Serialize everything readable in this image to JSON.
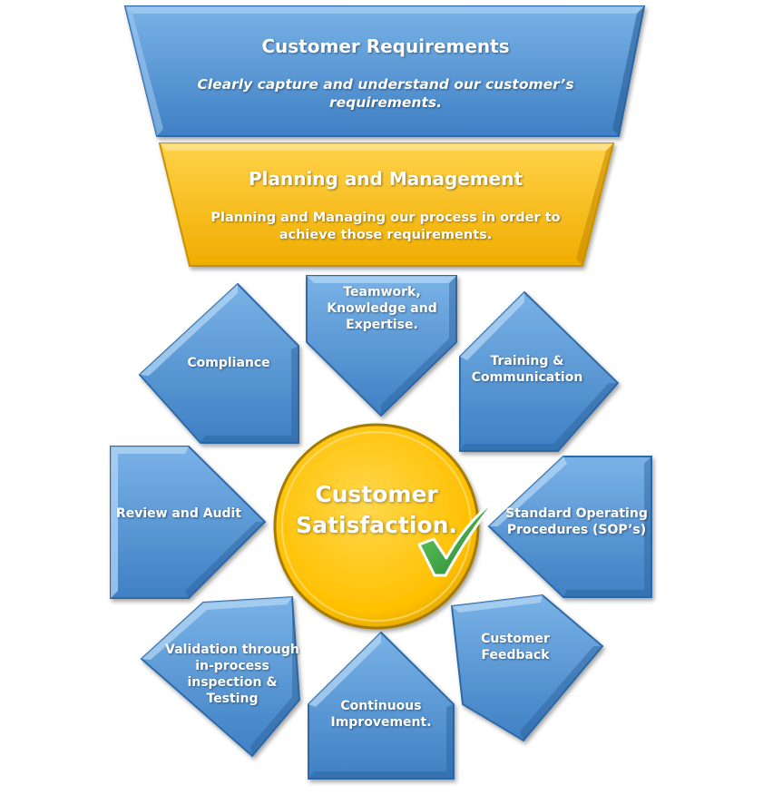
{
  "top_box": {
    "title": "Customer Requirements",
    "subtitle": "Clearly capture and understand our customer’s requirements."
  },
  "second_box": {
    "title": "Planning and Management",
    "subtitle": "Planning and Managing our process in order to achieve those requirements."
  },
  "center": {
    "line1": "Customer",
    "line2": "Satisfaction."
  },
  "pentagons": {
    "teamwork": "Teamwork, Knowledge and Expertise.",
    "compliance": "Compliance",
    "training": "Training & Communication",
    "review": "Review and Audit",
    "sop": "Standard Operating Procedures (SOP’s)",
    "validation": "Validation through in-process inspection & Testing",
    "feedback": "Customer Feedback",
    "continuous": "Continuous Improvement."
  },
  "colors": {
    "blue_fill": "#5b9bd5",
    "blue_dark": "#2e6aa8",
    "yellow_fill": "#ffc000",
    "yellow_light": "#ffd966",
    "check_green": "#2e9d3a"
  }
}
